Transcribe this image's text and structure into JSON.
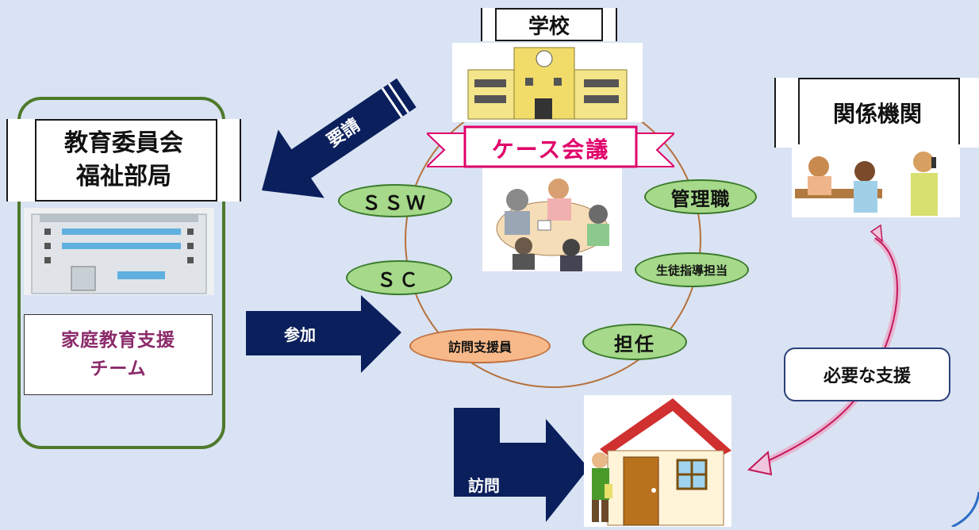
{
  "school": {
    "title": "学校"
  },
  "committee": {
    "line1": "教育委員会",
    "line2": "福祉部局"
  },
  "family_team": {
    "line1": "家庭教育支援",
    "line2": "チーム"
  },
  "agencies": {
    "title": "関係機関"
  },
  "case_meeting": {
    "title": "ケース会議"
  },
  "members": {
    "ssw": "ＳＳＷ",
    "sc": "ＳＣ",
    "admin": "管理職",
    "guidance": "生徒指導担当",
    "homeroom": "担任",
    "visitor": "訪問支援員"
  },
  "arrows": {
    "request": "要請",
    "participate": "参加",
    "visit": "訪問"
  },
  "support_note": "必要な支援",
  "colors": {
    "background": "#d9e3f3",
    "navy_arrow": "#0a1f5c",
    "green_frame": "#4e7a2b",
    "bubble_green": "#a6d98a",
    "bubble_orange": "#f7b98a",
    "ribbon_pink": "#e0006a",
    "team_text": "#8b2a6a",
    "circle_line": "#b5703b"
  }
}
